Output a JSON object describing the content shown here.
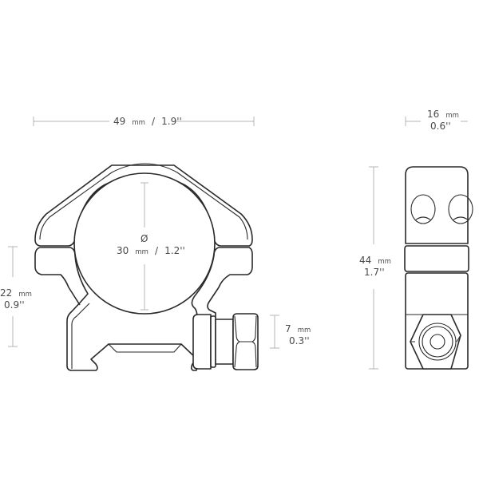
{
  "diagram": {
    "subject": "Scope ring mount technical drawing",
    "views": [
      "front-view",
      "side-view"
    ],
    "dimensions": {
      "width": {
        "metric_value": "49",
        "metric_unit": "mm",
        "separator": "/",
        "imperial": "1.9''"
      },
      "depth": {
        "metric_value": "16",
        "metric_unit": "mm",
        "imperial": "0.6''"
      },
      "height": {
        "metric_value": "44",
        "metric_unit": "mm",
        "imperial": "1.7''"
      },
      "center_height": {
        "metric_value": "22",
        "metric_unit": "mm",
        "imperial": "0.9''"
      },
      "ring_diameter": {
        "symbol": "Ø",
        "metric_value": "30",
        "metric_unit": "mm",
        "separator": "/",
        "imperial": "1.2''"
      },
      "rail_clamp": {
        "metric_value": "7",
        "metric_unit": "mm",
        "imperial": "0.3''"
      }
    },
    "colors": {
      "line": "#2a2a2a",
      "dimension_line": "#b5b5b5",
      "text": "#4a4a4a",
      "background": "#ffffff"
    }
  }
}
